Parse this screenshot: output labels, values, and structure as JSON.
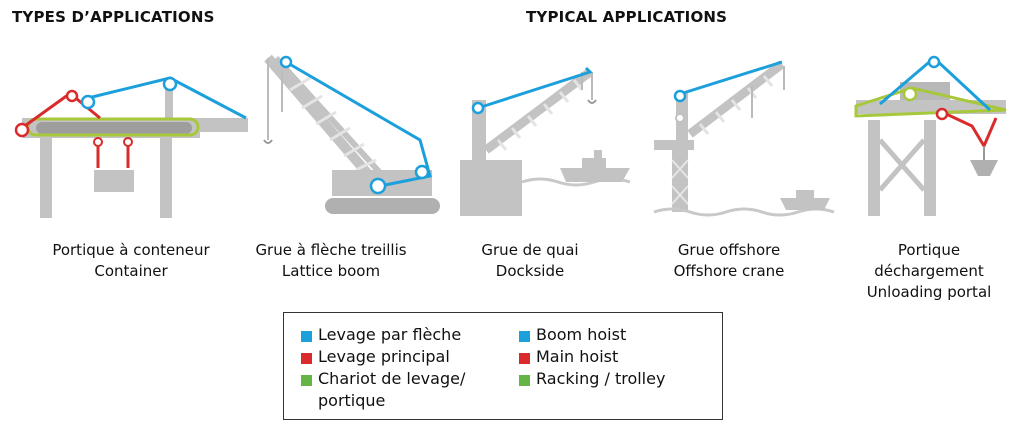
{
  "headings": {
    "left": "TYPES D’APPLICATIONS",
    "right": "TYPICAL APPLICATIONS"
  },
  "applications": [
    {
      "icon": "container-portal-crane-icon",
      "lines": [
        "Portique à conteneur",
        "Container"
      ]
    },
    {
      "icon": "lattice-boom-crane-icon",
      "lines": [
        "Grue à flèche treillis",
        "Lattice boom"
      ]
    },
    {
      "icon": "dockside-crane-icon",
      "lines": [
        "Grue de quai",
        "Dockside"
      ]
    },
    {
      "icon": "offshore-crane-icon",
      "lines": [
        "Grue offshore",
        "Offshore crane"
      ]
    },
    {
      "icon": "unloading-portal-crane-icon",
      "lines": [
        "Portique",
        "déchargement",
        "Unloading portal"
      ]
    }
  ],
  "legend": {
    "items": [
      {
        "fr": "Levage par flèche",
        "en": "Boom hoist",
        "color": "#1ba0dc"
      },
      {
        "fr": "Levage principal",
        "en": "Main hoist",
        "color": "#d92b2b"
      },
      {
        "fr": "Chariot de levage/ portique",
        "fr_line1": "Chariot de levage/",
        "fr_line2": "portique",
        "en": "Racking / trolley",
        "color": "#64b446"
      }
    ]
  },
  "colors": {
    "boom_hoist": "#1ba0dc",
    "main_hoist": "#d92b2b",
    "trolley": "#a8c83c",
    "structure": "#c3c3c3"
  }
}
